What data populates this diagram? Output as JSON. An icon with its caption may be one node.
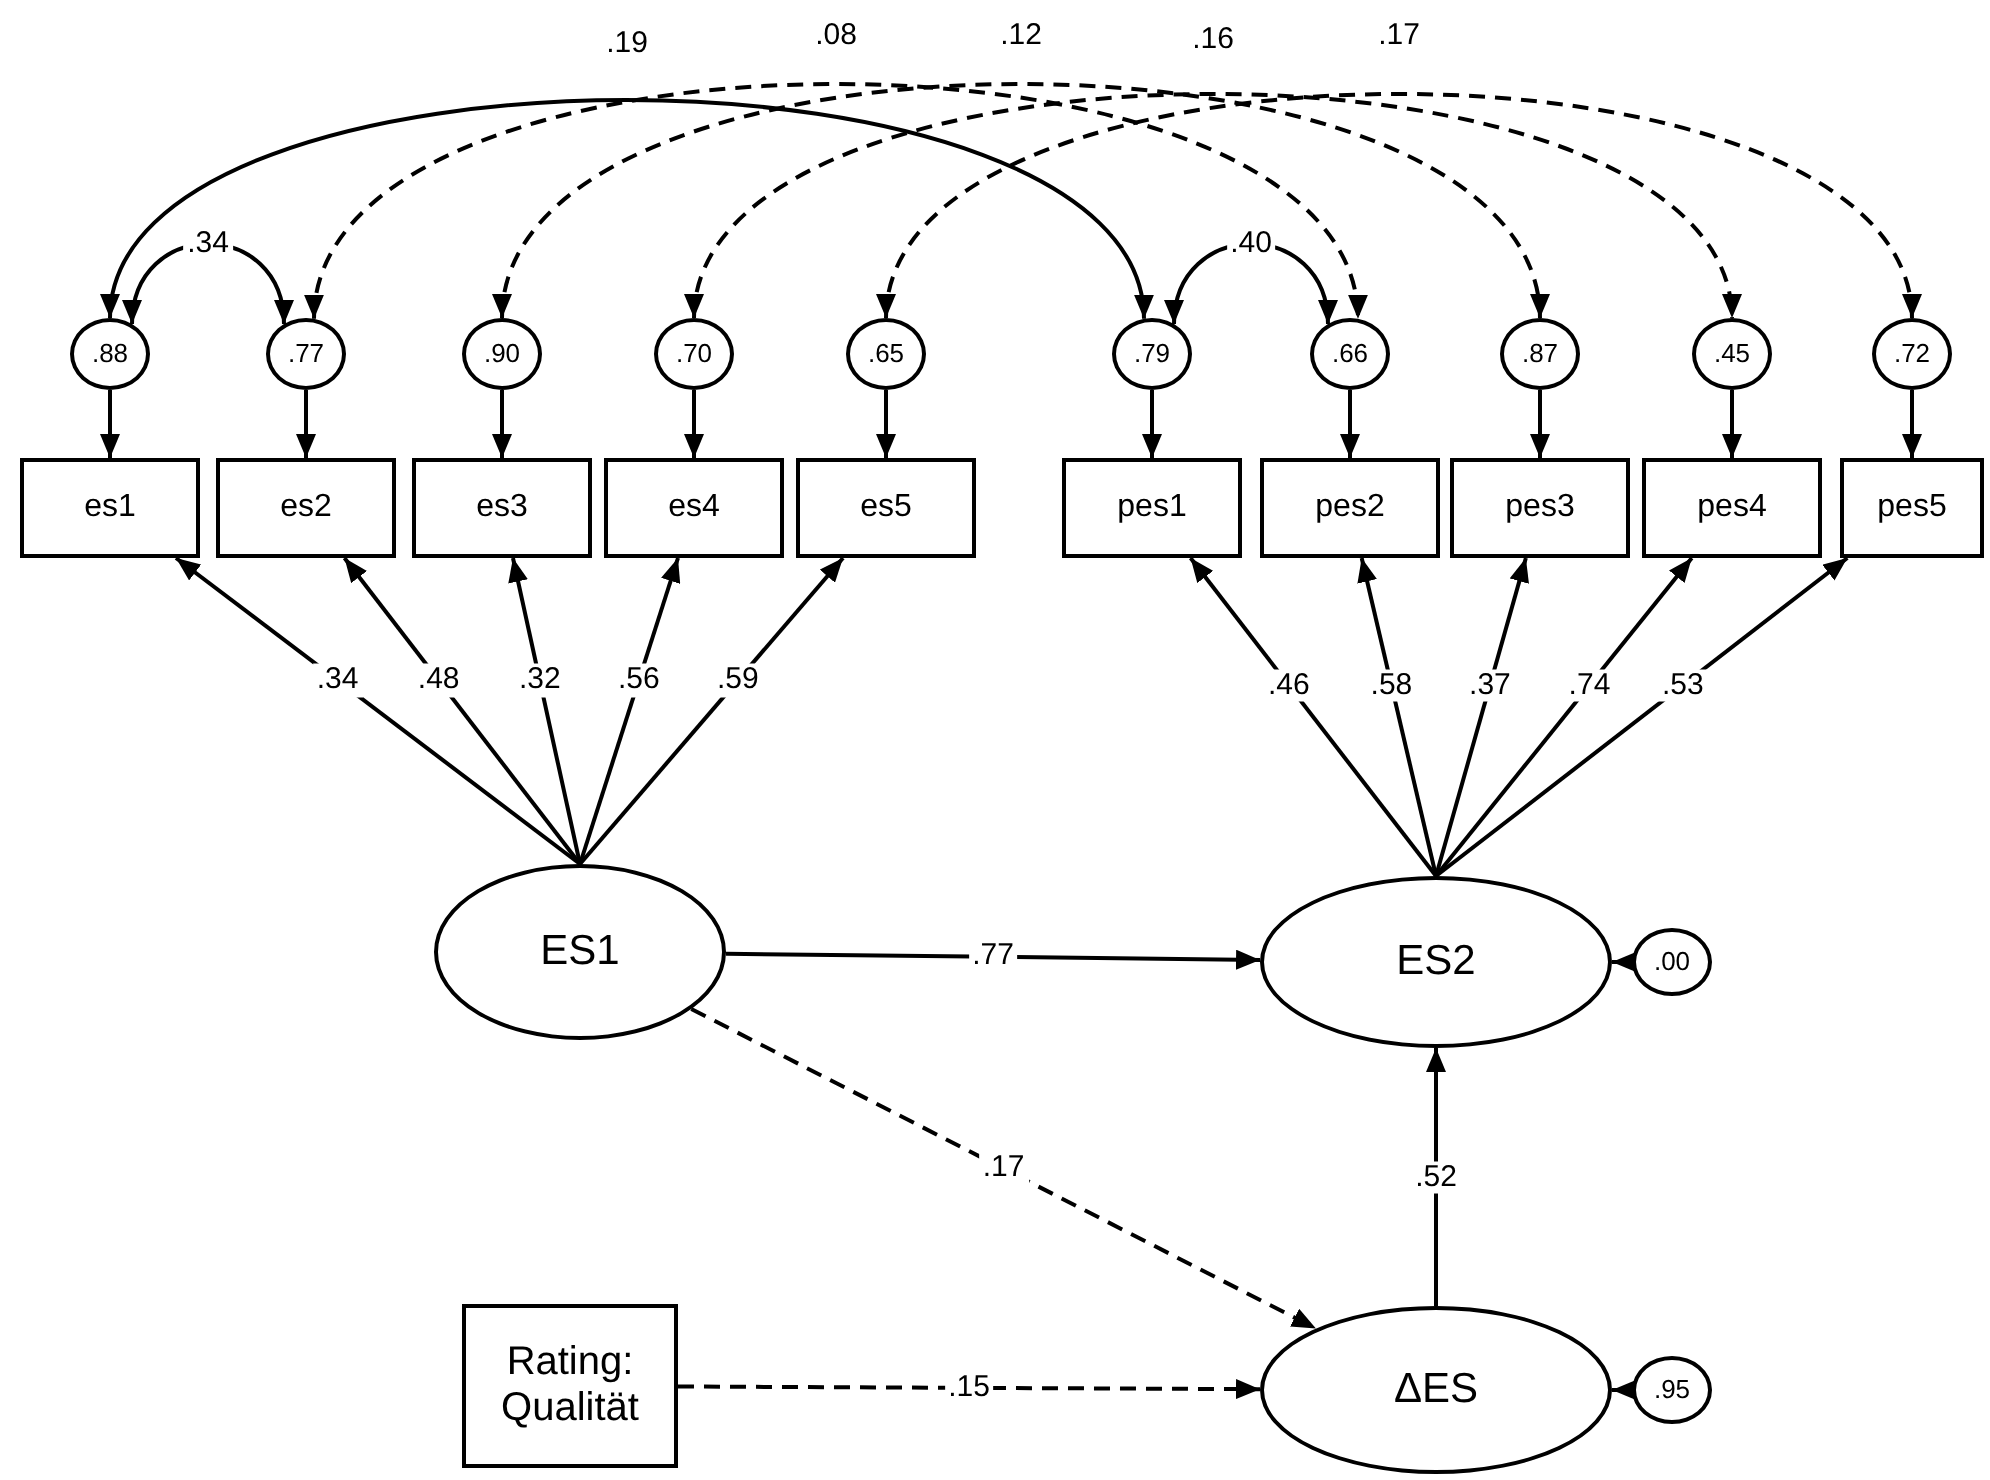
{
  "diagram": {
    "nodes": [
      {
        "text": [
          ".88"
        ]
      },
      {
        "text": [
          ".77"
        ]
      },
      {
        "text": [
          ".90"
        ]
      },
      {
        "text": [
          ".70"
        ]
      },
      {
        "text": [
          ".65"
        ]
      },
      {
        "text": [
          ".79"
        ]
      },
      {
        "text": [
          ".66"
        ]
      },
      {
        "text": [
          ".87"
        ]
      },
      {
        "text": [
          ".45"
        ]
      },
      {
        "text": [
          ".72"
        ]
      },
      {
        "text": [
          "es1"
        ]
      },
      {
        "text": [
          "es2"
        ]
      },
      {
        "text": [
          "es3"
        ]
      },
      {
        "text": [
          "es4"
        ]
      },
      {
        "text": [
          "es5"
        ]
      },
      {
        "text": [
          "pes1"
        ]
      },
      {
        "text": [
          "pes2"
        ]
      },
      {
        "text": [
          "pes3"
        ]
      },
      {
        "text": [
          "pes4"
        ]
      },
      {
        "text": [
          "pes5"
        ]
      },
      {
        "text": [
          "ES1"
        ]
      },
      {
        "text": [
          "ES2"
        ]
      },
      {
        "text": [
          ".00"
        ]
      },
      {
        "text": [
          "Rating: Qualität"
        ]
      },
      {
        "text": [
          "ΔES"
        ]
      },
      {
        "text": [
          ".95"
        ]
      }
    ],
    "edges": [
      {
        "from": 0,
        "to": 10,
        "arrow": "to"
      },
      {
        "from": 1,
        "to": 11,
        "arrow": "to"
      },
      {
        "from": 2,
        "to": 12,
        "arrow": "to"
      },
      {
        "from": 3,
        "to": 13,
        "arrow": "to"
      },
      {
        "from": 4,
        "to": 14,
        "arrow": "to"
      },
      {
        "from": 5,
        "to": 15,
        "arrow": "to"
      },
      {
        "from": 6,
        "to": 16,
        "arrow": "to"
      },
      {
        "from": 7,
        "to": 17,
        "arrow": "to"
      },
      {
        "from": 8,
        "to": 18,
        "arrow": "to"
      },
      {
        "from": 9,
        "to": 19,
        "arrow": "to"
      },
      {
        "from": 20,
        "to": 10,
        "arrow": "to",
        "label": ".34"
      },
      {
        "from": 20,
        "to": 11,
        "arrow": "to",
        "label": ".48"
      },
      {
        "from": 20,
        "to": 12,
        "arrow": "to",
        "label": ".32"
      },
      {
        "from": 20,
        "to": 13,
        "arrow": "to",
        "label": ".56"
      },
      {
        "from": 20,
        "to": 14,
        "arrow": "to",
        "label": ".59"
      },
      {
        "from": 21,
        "to": 15,
        "arrow": "to",
        "label": ".46"
      },
      {
        "from": 21,
        "to": 16,
        "arrow": "to",
        "label": ".58"
      },
      {
        "from": 21,
        "to": 17,
        "arrow": "to",
        "label": ".37"
      },
      {
        "from": 21,
        "to": 18,
        "arrow": "to",
        "label": ".74"
      },
      {
        "from": 21,
        "to": 19,
        "arrow": "to",
        "label": ".53"
      },
      {
        "from": 20,
        "to": 21,
        "arrow": "to",
        "label": ".77"
      },
      {
        "from": 22,
        "to": 21,
        "arrow": "to"
      },
      {
        "from": 20,
        "to": 24,
        "arrow": "to",
        "label": ".17",
        "style": "dashed"
      },
      {
        "from": 24,
        "to": 21,
        "arrow": "to",
        "label": ".52"
      },
      {
        "from": 23,
        "to": 24,
        "arrow": "to",
        "label": ".15",
        "style": "dashed"
      },
      {
        "from": 25,
        "to": 24,
        "arrow": "to"
      },
      {
        "from": 0,
        "to": 5,
        "arrow": "both",
        "label": ".19"
      },
      {
        "from": 1,
        "to": 6,
        "arrow": "both",
        "label": ".08",
        "style": "dashed"
      },
      {
        "from": 2,
        "to": 7,
        "arrow": "both",
        "label": ".12",
        "style": "dashed"
      },
      {
        "from": 3,
        "to": 8,
        "arrow": "both",
        "label": ".16",
        "style": "dashed"
      },
      {
        "from": 4,
        "to": 9,
        "arrow": "both",
        "label": ".17",
        "style": "dashed"
      },
      {
        "from": 0,
        "to": 1,
        "arrow": "both",
        "label": ".34"
      },
      {
        "from": 5,
        "to": 6,
        "arrow": "both",
        "label": ".40"
      }
    ]
  }
}
